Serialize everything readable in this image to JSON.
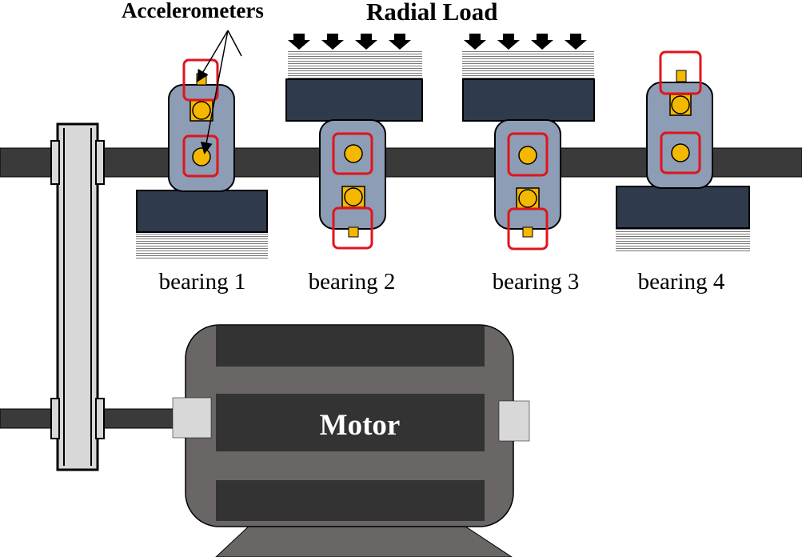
{
  "labels": {
    "accelerometers": "Accelerometers",
    "radial_load": "Radial Load",
    "motor": "Motor"
  },
  "bearings": [
    {
      "label": "bearing 1"
    },
    {
      "label": "bearing 2"
    },
    {
      "label": "bearing 3"
    },
    {
      "label": "bearing 4"
    }
  ],
  "colors": {
    "housing": "#8d9db5",
    "block": "#2f3a4c",
    "ball": "#f5b800",
    "sensor_highlight": "#e0141c",
    "shaft": "#3a3a3a",
    "motor_body": "#6a6665",
    "motor_dark": "#333333",
    "belt": "#d8d8d8"
  }
}
